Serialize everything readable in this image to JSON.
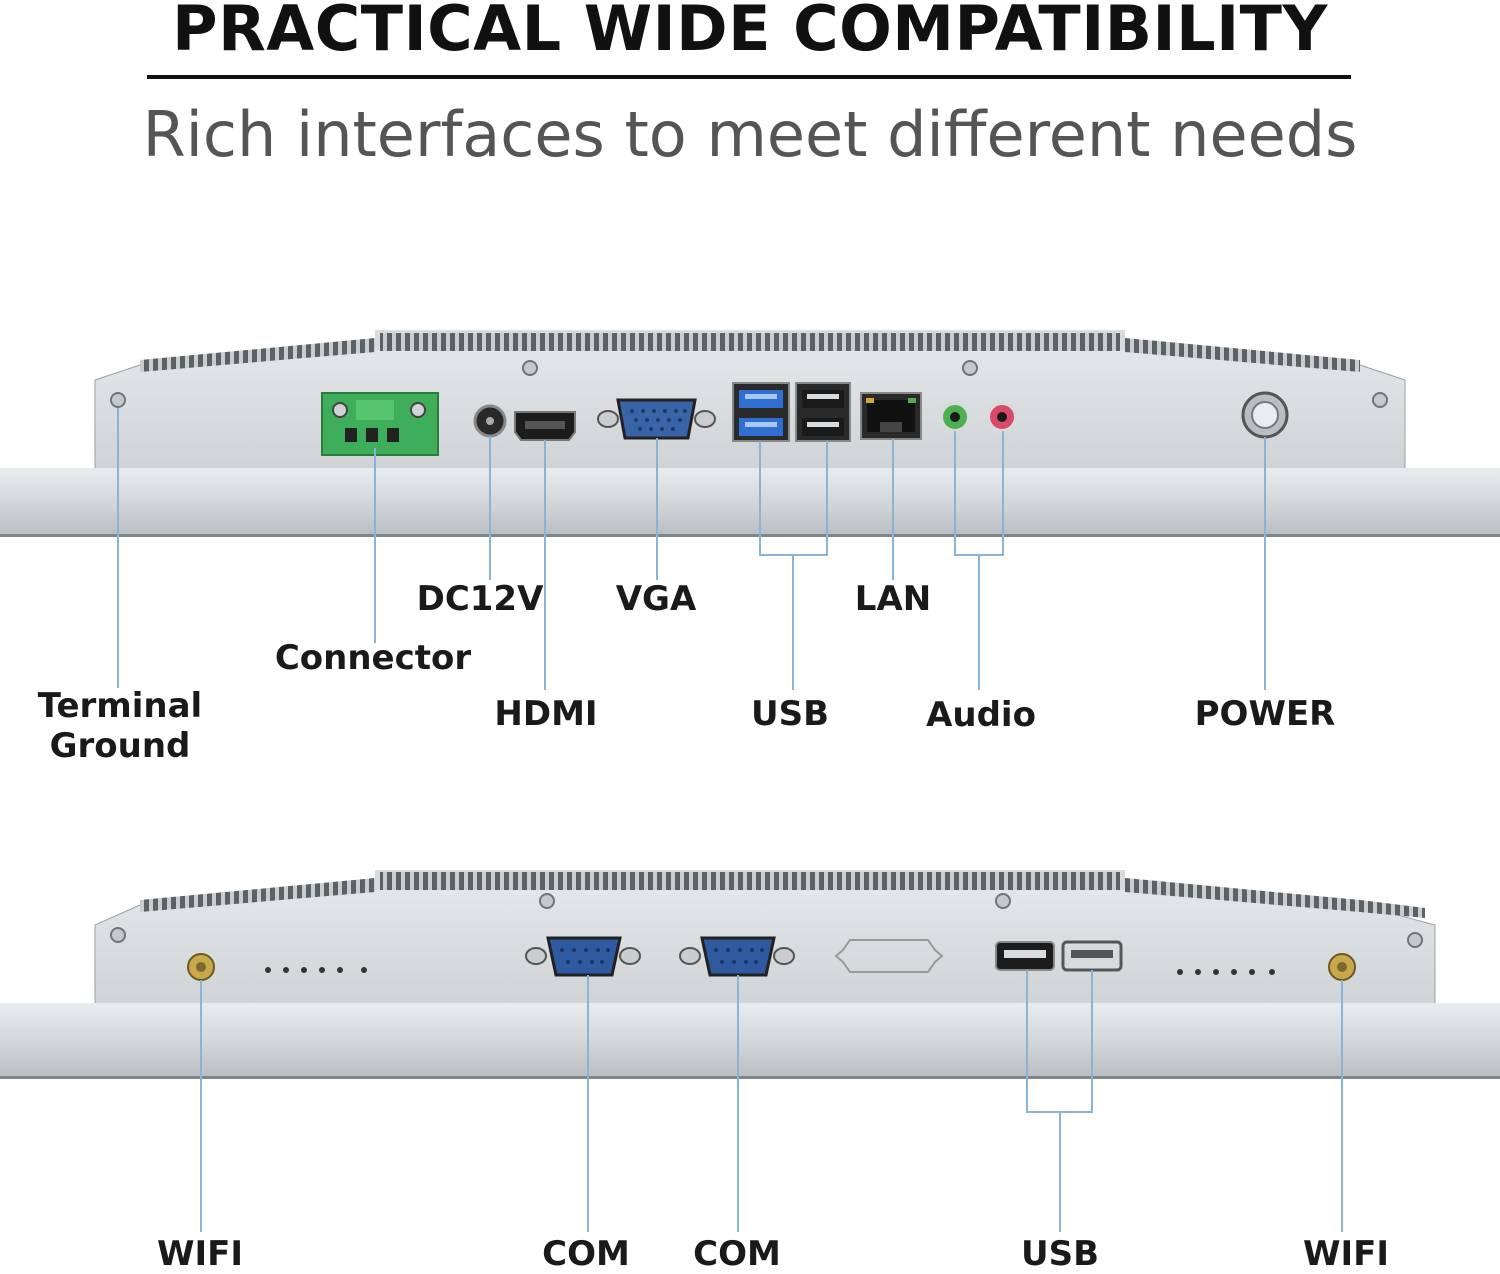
{
  "header": {
    "title": "PRACTICAL WIDE COMPATIBILITY",
    "subtitle": "Rich interfaces to meet different needs"
  },
  "top_panel": {
    "labels": {
      "terminal_ground_line1": "Terminal",
      "terminal_ground_line2": "Ground",
      "connector": "Connector",
      "dc12v": "DC12V",
      "hdmi": "HDMI",
      "vga": "VGA",
      "usb": "USB",
      "lan": "LAN",
      "audio": "Audio",
      "power": "POWER"
    }
  },
  "bottom_panel": {
    "labels": {
      "wifi_left": "WIFI",
      "com_1": "COM",
      "com_2": "COM",
      "usb": "USB",
      "wifi_right": "WIFI"
    }
  },
  "colors": {
    "chassis": "#d8dcdf",
    "chassis_dark": "#a9afb4",
    "leader_line": "#8ab4d6",
    "terminal_green": "#3fae5a",
    "usb3_blue": "#2e6fd1",
    "vga_blue": "#3a64a8",
    "com_blue": "#2f5aa0",
    "audio_green": "#4caf50",
    "audio_pink": "#d94a6a"
  }
}
